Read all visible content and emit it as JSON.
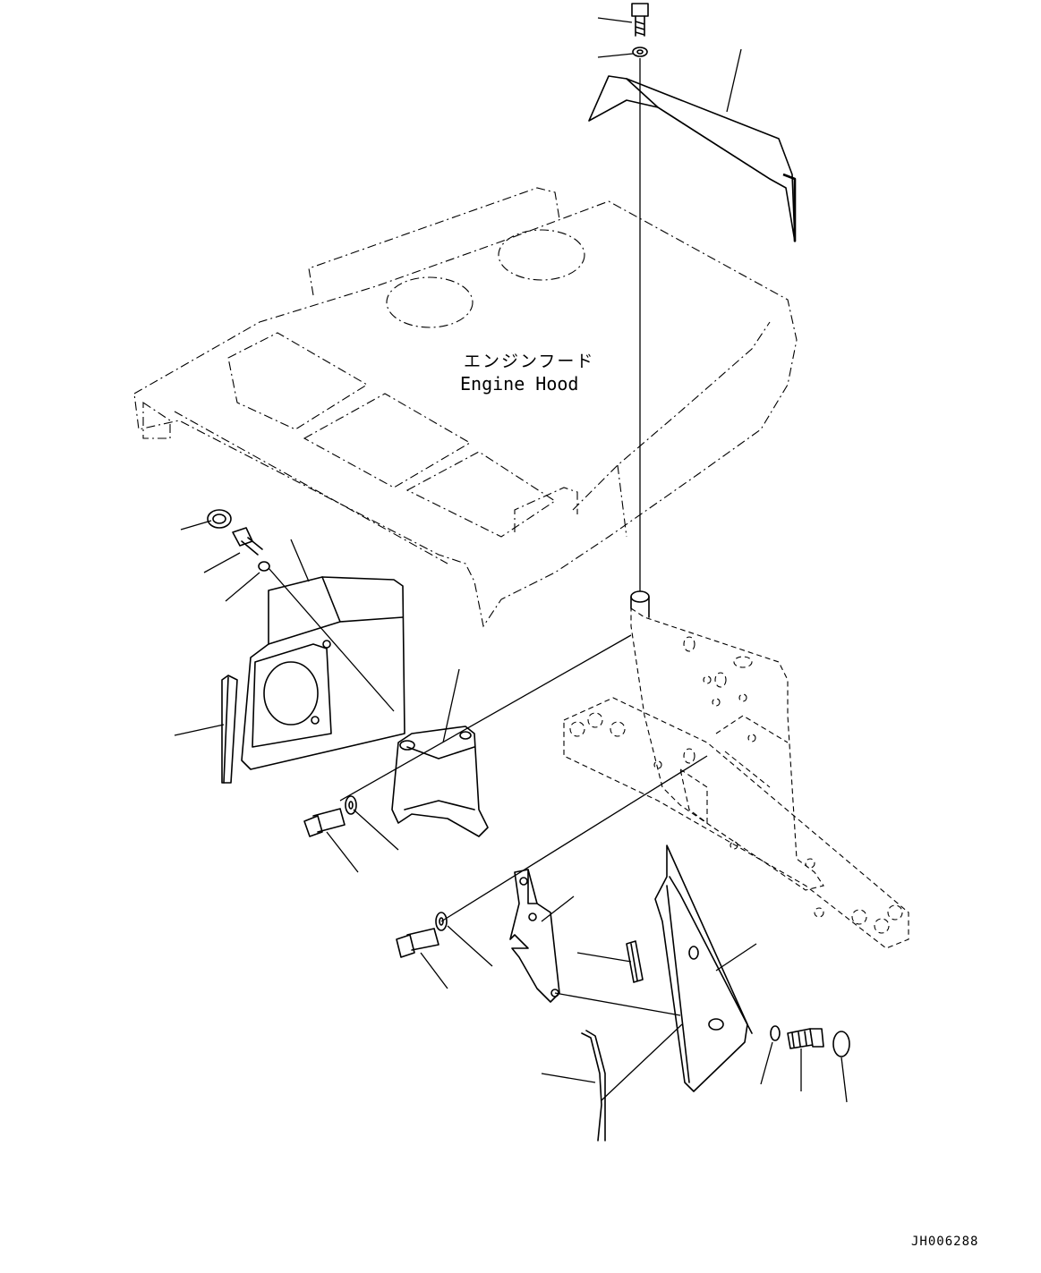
{
  "labels": {
    "engine_hood_jp": "エンジンフード",
    "engine_hood_en": "Engine Hood"
  },
  "drawing_code": "JH006288"
}
